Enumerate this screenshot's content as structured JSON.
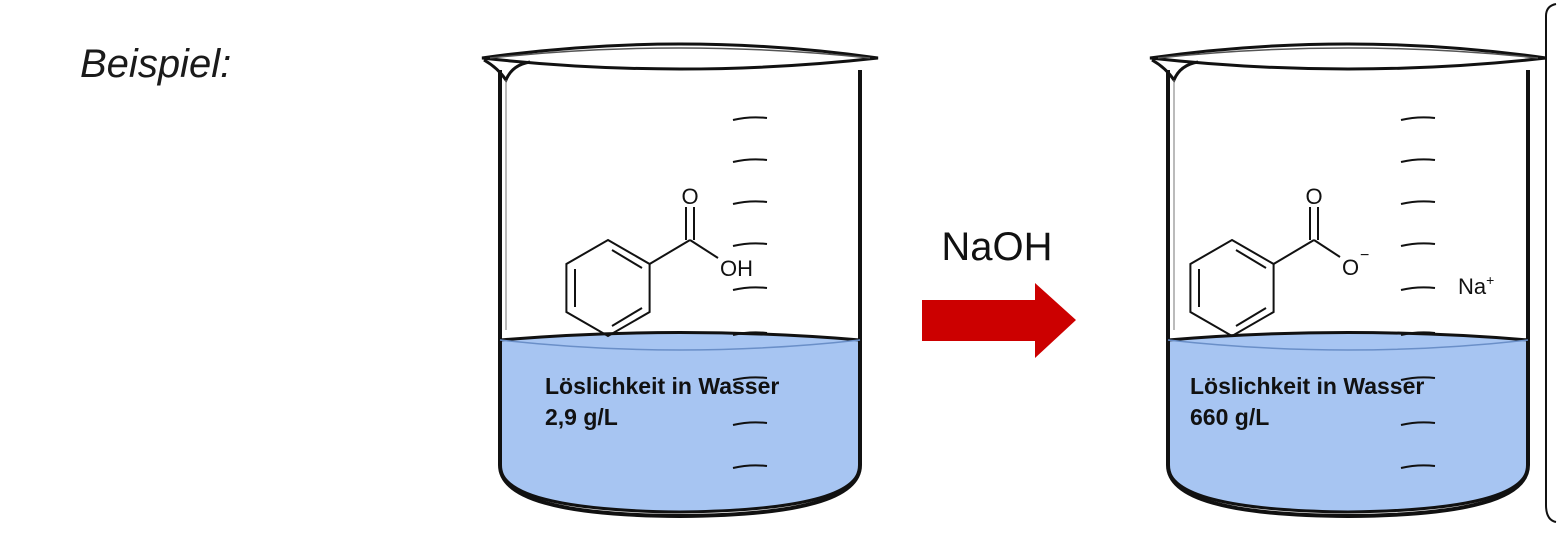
{
  "example_label": "Beispiel:",
  "reagent": "NaOH",
  "colors": {
    "water": "#a7c5f2",
    "arrow": "#cc0000",
    "outline": "#111111"
  },
  "left_beaker": {
    "hydroxyl": "OH",
    "carbonyl_oxygen": "O",
    "solubility_label": "Löslichkeit in Wasser",
    "solubility_value": "2,9 g/L"
  },
  "right_beaker": {
    "carboxylate_oxygen": "O",
    "carbonyl_oxygen": "O",
    "charge": "−",
    "counterion": "Na",
    "counterion_charge": "+",
    "solubility_label": "Löslichkeit in Wasser",
    "solubility_value": "660 g/L"
  }
}
